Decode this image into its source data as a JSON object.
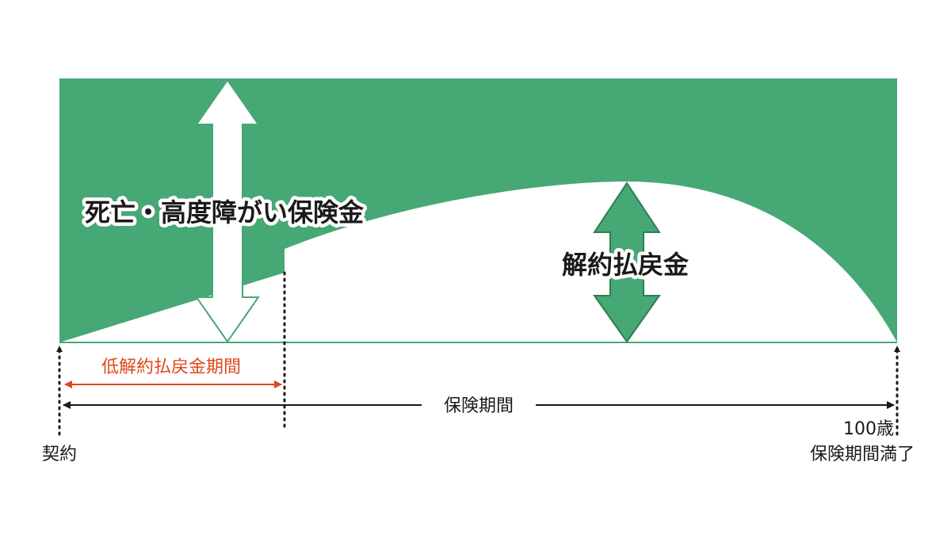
{
  "diagram": {
    "labels": {
      "death_benefit": "死亡・高度障がい保険金",
      "surrender_value": "解約払戻金",
      "low_surrender_period": "低解約払戻金期間",
      "coverage_period": "保険期間",
      "contract": "契約",
      "age_end": "100歳",
      "coverage_end": "保険期間満了"
    },
    "colors": {
      "green": "#46a874",
      "dark_green": "#2f7d52",
      "red": "#e0461b",
      "text": "#1a1a1a"
    }
  }
}
